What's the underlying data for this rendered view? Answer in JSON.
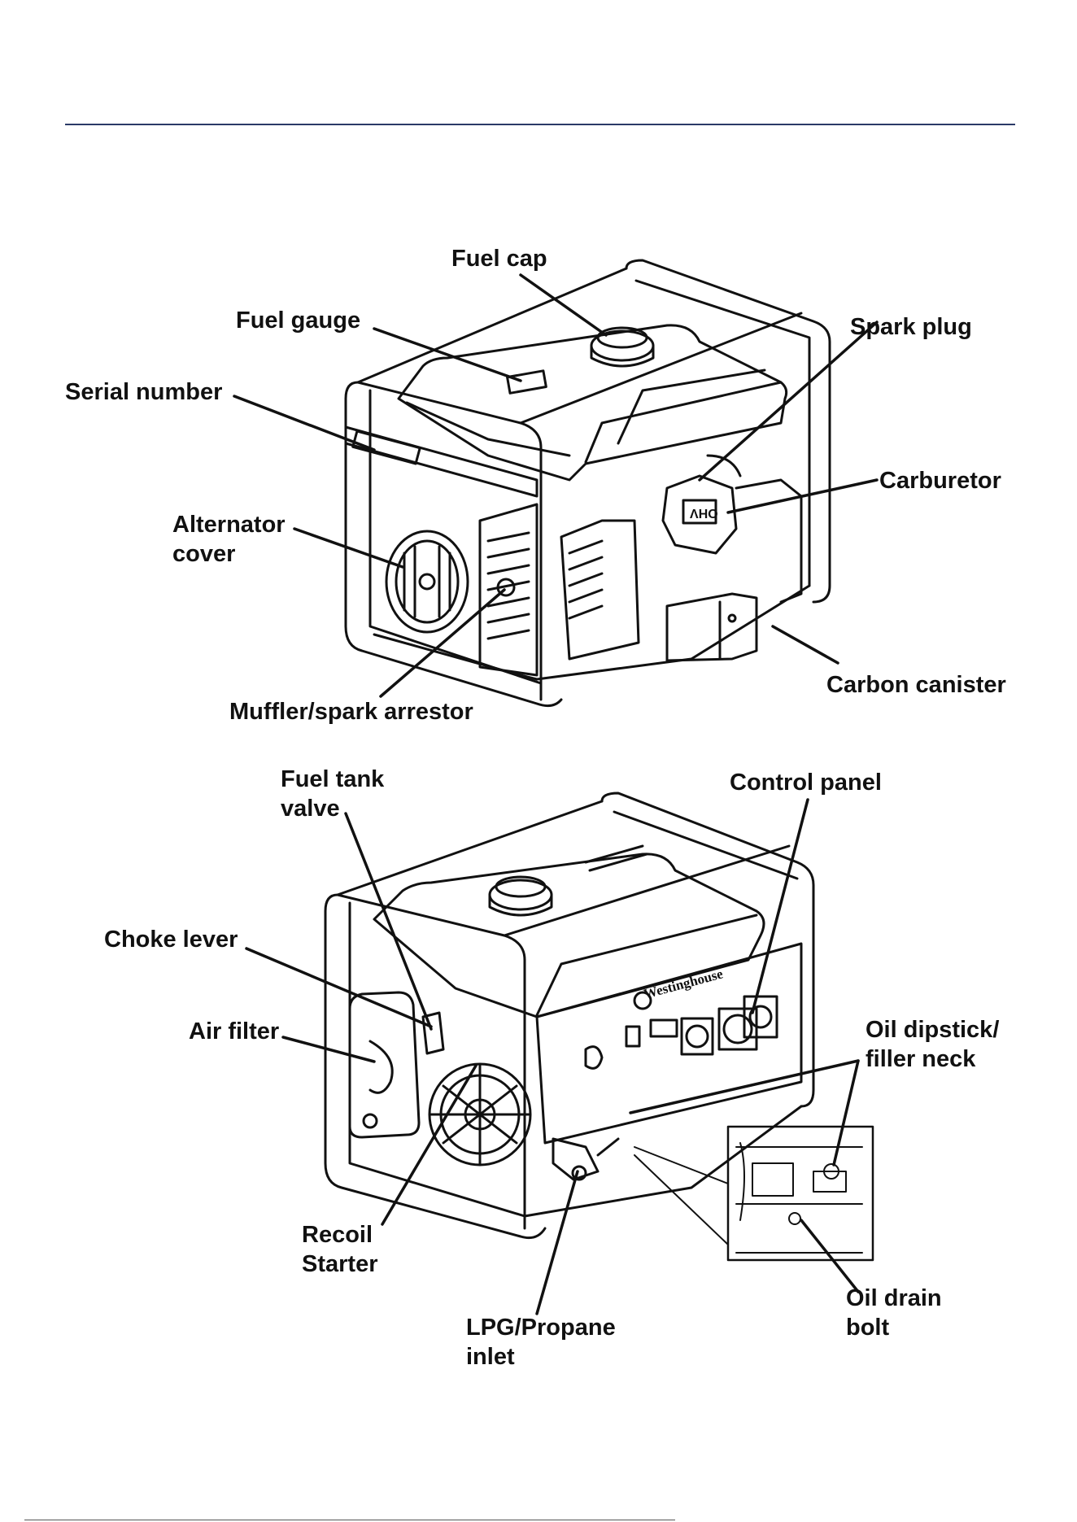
{
  "labels_top": {
    "fuel_cap": "Fuel cap",
    "fuel_gauge": "Fuel gauge",
    "serial_number": "Serial number",
    "alternator_cover": "Alternator\ncover",
    "muffler": "Muffler/spark arrestor",
    "spark_plug": "Spark plug",
    "carburetor": "Carburetor",
    "carbon_canister": "Carbon canister"
  },
  "labels_bottom": {
    "fuel_tank_valve": "Fuel tank\nvalve",
    "control_panel": "Control panel",
    "choke_lever": "Choke lever",
    "air_filter": "Air filter",
    "oil_dipstick": "Oil dipstick/\nfiller neck",
    "recoil_starter": "Recoil\nStarter",
    "lpg_inlet": "LPG/Propane\ninlet",
    "oil_drain_bolt": "Oil drain\nbolt"
  },
  "brand_plate": "Westinghouse",
  "engine_mark": "OHV",
  "colors": {
    "rule": "#2b3a67",
    "ink": "#111111"
  }
}
